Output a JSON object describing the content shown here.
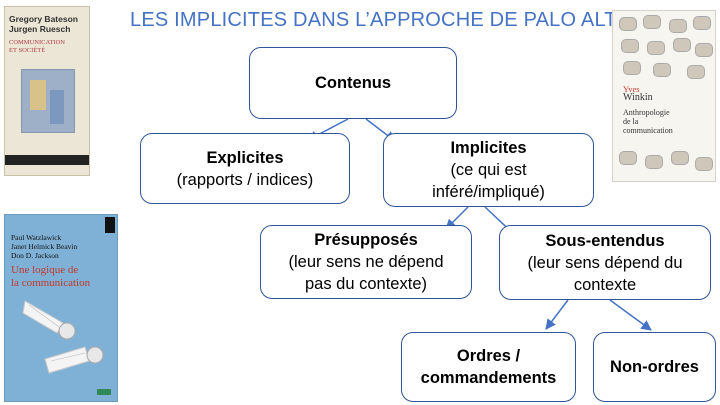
{
  "title": "LES IMPLICITES DANS L’APPROCHE DE PALO ALTO",
  "diagram": {
    "contenus": "Contenus",
    "explicites": {
      "heading": "Explicites",
      "detail": "(rapports / indices)"
    },
    "implicites": {
      "heading": "Implicites",
      "detail1": "(ce qui est",
      "detail2": "inféré/impliqué)"
    },
    "presupposes": {
      "heading": "Présupposés",
      "detail1": "(leur sens ne dépend",
      "detail2": "pas du contexte)"
    },
    "sous_entendus": {
      "heading": "Sous-entendus",
      "detail1": "(leur sens dépend du",
      "detail2": "contexte"
    },
    "ordres": {
      "line1": "Ordres /",
      "line2": "commandements"
    },
    "non_ordres": "Non-ordres"
  },
  "books": {
    "book1": {
      "authors1": "Gregory Bateson",
      "authors2": "Jurgen Ruesch",
      "title1": "COMMUNICATION",
      "title2": "ET SOCIÉTÉ"
    },
    "book2": {
      "author1": "Yves",
      "author2": "Winkin",
      "title1": "Anthropologie",
      "title2": "de la",
      "title3": "communication"
    },
    "book3": {
      "author1": "Paul Watzlawick",
      "author2": "Janet Helmick Beavin",
      "author3": "Don D. Jackson",
      "title1": "Une logique de",
      "title2": "la communication"
    }
  },
  "colors": {
    "title": "#4472c4",
    "box_border": "#2f5597",
    "arrow": "#4472c4"
  }
}
